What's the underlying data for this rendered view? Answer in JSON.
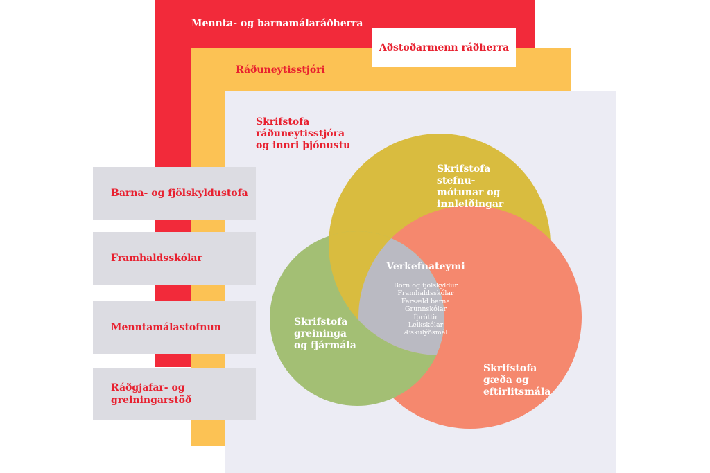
{
  "minister": "Mennta- og barnamálaráðherra",
  "assistants": "Aðstoðarmenn ráðherra",
  "permanent_secretary": "Ráðuneytisstjóri",
  "office_of_permanent_secretary": "Skrifstofa\nráðuneytisstjóra\nog innri þjónustu",
  "agencies": [
    "Barna- og fjölskyldustofa",
    "Framhaldsskólar",
    "Menntamálastofnun",
    "Ráðgjafar- og\ngreiningarstöð"
  ],
  "circles": {
    "policy": "Skrifstofa\nstefnu-\nmótunar og\ninnleiðingar",
    "analysis": "Skrifstofa\ngreininga\nog fjármála",
    "quality": "Skrifstofa\ngæða og\neftirlitsmála"
  },
  "project_teams": {
    "title": "Verkefnateymi",
    "items": [
      "Börn og fjölskyldur",
      "Framhaldsskólar",
      "Farsæld barna",
      "Grunnskólar",
      "Íþróttir",
      "Leikskólar",
      "Æskulýðsmál"
    ]
  },
  "colors": {
    "red": "#f22a3a",
    "yellow": "#fcc254",
    "grey_panel": "#ececf4",
    "agency_box": "#dcdce2",
    "text_red": "#e8202f",
    "policy_circle": "#d9bc3f",
    "analysis_circle": "#a3bf74",
    "quality_circle": "#f5886e",
    "center": "#babac2"
  }
}
